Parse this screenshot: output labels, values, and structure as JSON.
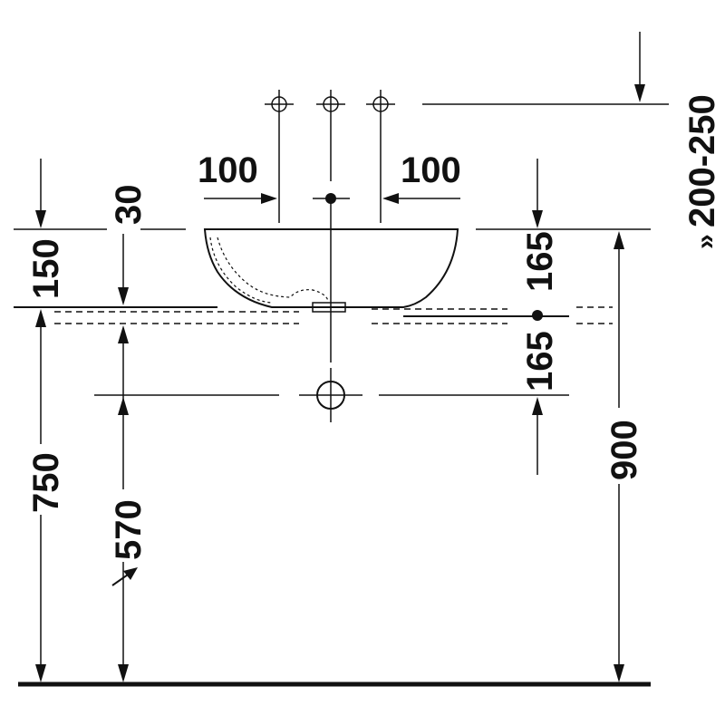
{
  "drawing": {
    "colors": {
      "ink": "#111111",
      "paper": "#ffffff"
    },
    "dimensions": {
      "tap_offset_left": "100",
      "tap_offset_right": "100",
      "tap_height_above_basin": "200-250",
      "tap_height_marker": "»",
      "rim_thickness": "30",
      "basin_height": "150",
      "waste_offset_top": "165",
      "waste_offset_bottom": "165",
      "counter_height": "750",
      "trap_height": "570",
      "rim_height": "900"
    },
    "icons": [
      "mixer-tap-icon",
      "drain-center-icon",
      "waste-outlet-icon",
      "direction-arrow-icon"
    ]
  }
}
